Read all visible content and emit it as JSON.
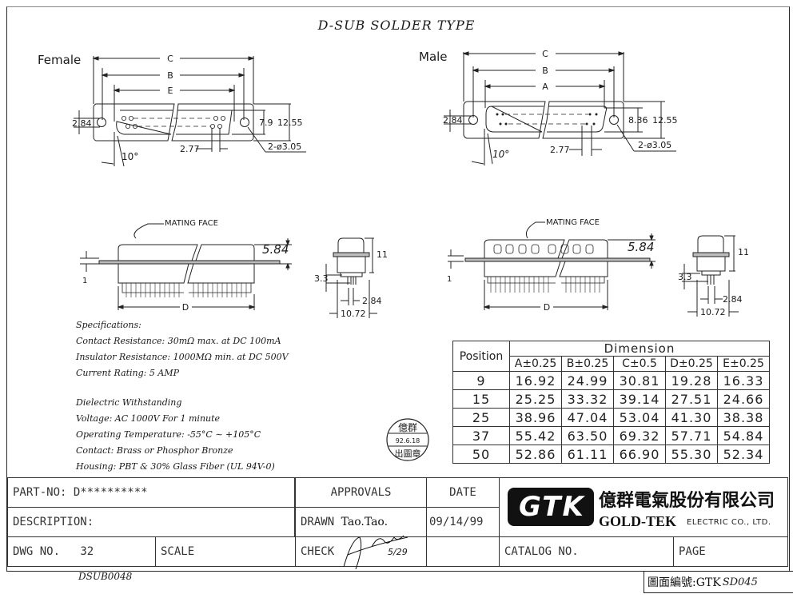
{
  "drawing": {
    "title": "D-SUB SOLDER TYPE",
    "female_view": {
      "label": "Female",
      "dims": {
        "c": "C",
        "b": "B",
        "e": "E",
        "height_small": "2.84",
        "height_inner": "7.9",
        "height_total": "12.55",
        "pitch": "2.77",
        "holes": "2-ø3.05",
        "angle": "10°"
      }
    },
    "male_view": {
      "label": "Male",
      "dims": {
        "c": "C",
        "b": "B",
        "a": "A",
        "height_small": "2.84",
        "height_inner": "8.36",
        "height_total": "12.55",
        "pitch": "2.77",
        "holes": "2-ø3.05",
        "angle": "10°"
      }
    },
    "side_views": {
      "mating_face_label": "MATING FACE",
      "height_top": "5.84",
      "flange": "1",
      "length": "D",
      "end_height": "11",
      "pin_length": "3.3",
      "pin_spacing": "2.84",
      "end_width": "10.72"
    }
  },
  "specifications": {
    "heading": "Specifications:",
    "lines": [
      "Contact Resistance: 30mΩ max. at DC 100mA",
      "Insulator Resistance: 1000MΩ min. at DC 500V",
      "Current Rating: 5 AMP"
    ],
    "lines2": [
      "Dielectric Withstanding",
      "Voltage: AC 1000V For 1 minute",
      "Operating Temperature: -55°C ∼ +105°C",
      "Contact: Brass or Phosphor Bronze",
      "Housing: PBT & 30% Glass Fiber (UL 94V-0)"
    ]
  },
  "stamp": {
    "top": "億群",
    "date": "92.6.18",
    "bottom": "出圖章"
  },
  "dimension_table": {
    "position_header": "Position",
    "group_header": "Dimension",
    "columns": [
      "A±0.25",
      "B±0.25",
      "C±0.5",
      "D±0.25",
      "E±0.25"
    ],
    "rows": [
      {
        "position": "9",
        "values": [
          "16.92",
          "24.99",
          "30.81",
          "19.28",
          "16.33"
        ]
      },
      {
        "position": "15",
        "values": [
          "25.25",
          "33.32",
          "39.14",
          "27.51",
          "24.66"
        ]
      },
      {
        "position": "25",
        "values": [
          "38.96",
          "47.04",
          "53.04",
          "41.30",
          "38.38"
        ]
      },
      {
        "position": "37",
        "values": [
          "55.42",
          "63.50",
          "69.32",
          "57.71",
          "54.84"
        ]
      },
      {
        "position": "50",
        "values": [
          "52.86",
          "61.11",
          "66.90",
          "55.30",
          "52.34"
        ]
      }
    ]
  },
  "title_block": {
    "part_no_label": "PART-NO:",
    "part_no_value": "D**********",
    "description_label": "DESCRIPTION:",
    "dwg_no_label": "DWG NO.",
    "dwg_no_value": "32",
    "scale_label": "SCALE",
    "approvals_label": "APPROVALS",
    "date_label": "DATE",
    "drawn_label": "DRAWN",
    "drawn_by": "Tao.Tao.",
    "drawn_date": "09/14/99",
    "check_label": "CHECK",
    "check_sign_date": "5/29",
    "catalog_label": "CATALOG NO.",
    "page_label": "PAGE",
    "handwritten_ref": "DSUB0048",
    "drawing_number_label": "圖面編號:GTK",
    "drawing_number_hand": "SD045"
  },
  "company": {
    "logo": "GTK",
    "name_cn": "億群電氣股份有限公司",
    "name_en": "GOLD-TEK",
    "name_suffix": "ELECTRIC CO., LTD."
  }
}
